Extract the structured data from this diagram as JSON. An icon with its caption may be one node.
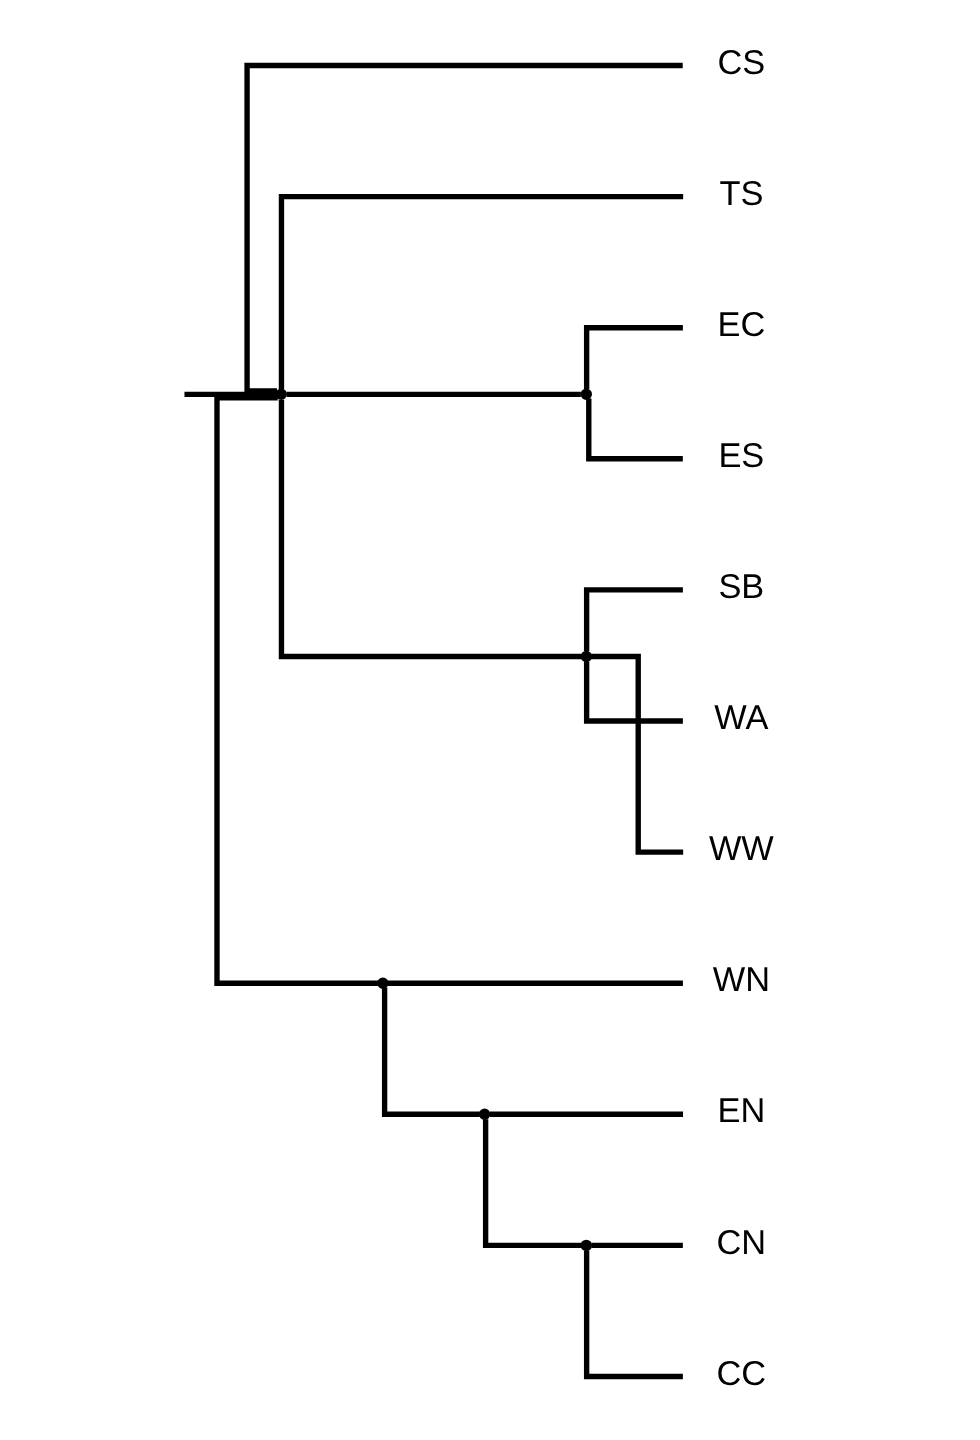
{
  "diagram": {
    "nodes": [
      {
        "text": [],
        "shape": "point"
      },
      {
        "text": [
          "CS"
        ]
      },
      {
        "text": [
          "TS"
        ]
      },
      {
        "text": [],
        "shape": "point"
      },
      {
        "text": [
          "EC"
        ]
      },
      {
        "text": [
          "ES"
        ]
      },
      {
        "text": [],
        "shape": "point"
      },
      {
        "text": [
          "SB"
        ]
      },
      {
        "text": [
          "WA"
        ]
      },
      {
        "text": [
          "WW"
        ]
      },
      {
        "text": [],
        "shape": "point"
      },
      {
        "text": [
          "WN"
        ]
      },
      {
        "text": [],
        "shape": "point"
      },
      {
        "text": [
          "EN"
        ]
      },
      {
        "text": [],
        "shape": "point"
      },
      {
        "text": [
          "CN"
        ]
      },
      {
        "text": [
          "CC"
        ]
      }
    ],
    "edges": [
      {
        "from": null,
        "to": 0,
        "arrow": "none"
      },
      {
        "from": 0,
        "to": 1,
        "arrow": "none"
      },
      {
        "from": 0,
        "to": 2,
        "arrow": "none"
      },
      {
        "from": 0,
        "to": 3,
        "arrow": "none"
      },
      {
        "from": 3,
        "to": 4,
        "arrow": "none"
      },
      {
        "from": 3,
        "to": 5,
        "arrow": "none"
      },
      {
        "from": 0,
        "to": 6,
        "arrow": "none"
      },
      {
        "from": 6,
        "to": 7,
        "arrow": "none"
      },
      {
        "from": 6,
        "to": 8,
        "arrow": "none"
      },
      {
        "from": 6,
        "to": 9,
        "arrow": "none"
      },
      {
        "from": 0,
        "to": 10,
        "arrow": "none"
      },
      {
        "from": 10,
        "to": 11,
        "arrow": "none"
      },
      {
        "from": 10,
        "to": 12,
        "arrow": "none"
      },
      {
        "from": 12,
        "to": 13,
        "arrow": "none"
      },
      {
        "from": 12,
        "to": 14,
        "arrow": "none"
      },
      {
        "from": 14,
        "to": 15,
        "arrow": "none"
      },
      {
        "from": 14,
        "to": 16,
        "arrow": "none"
      }
    ]
  }
}
